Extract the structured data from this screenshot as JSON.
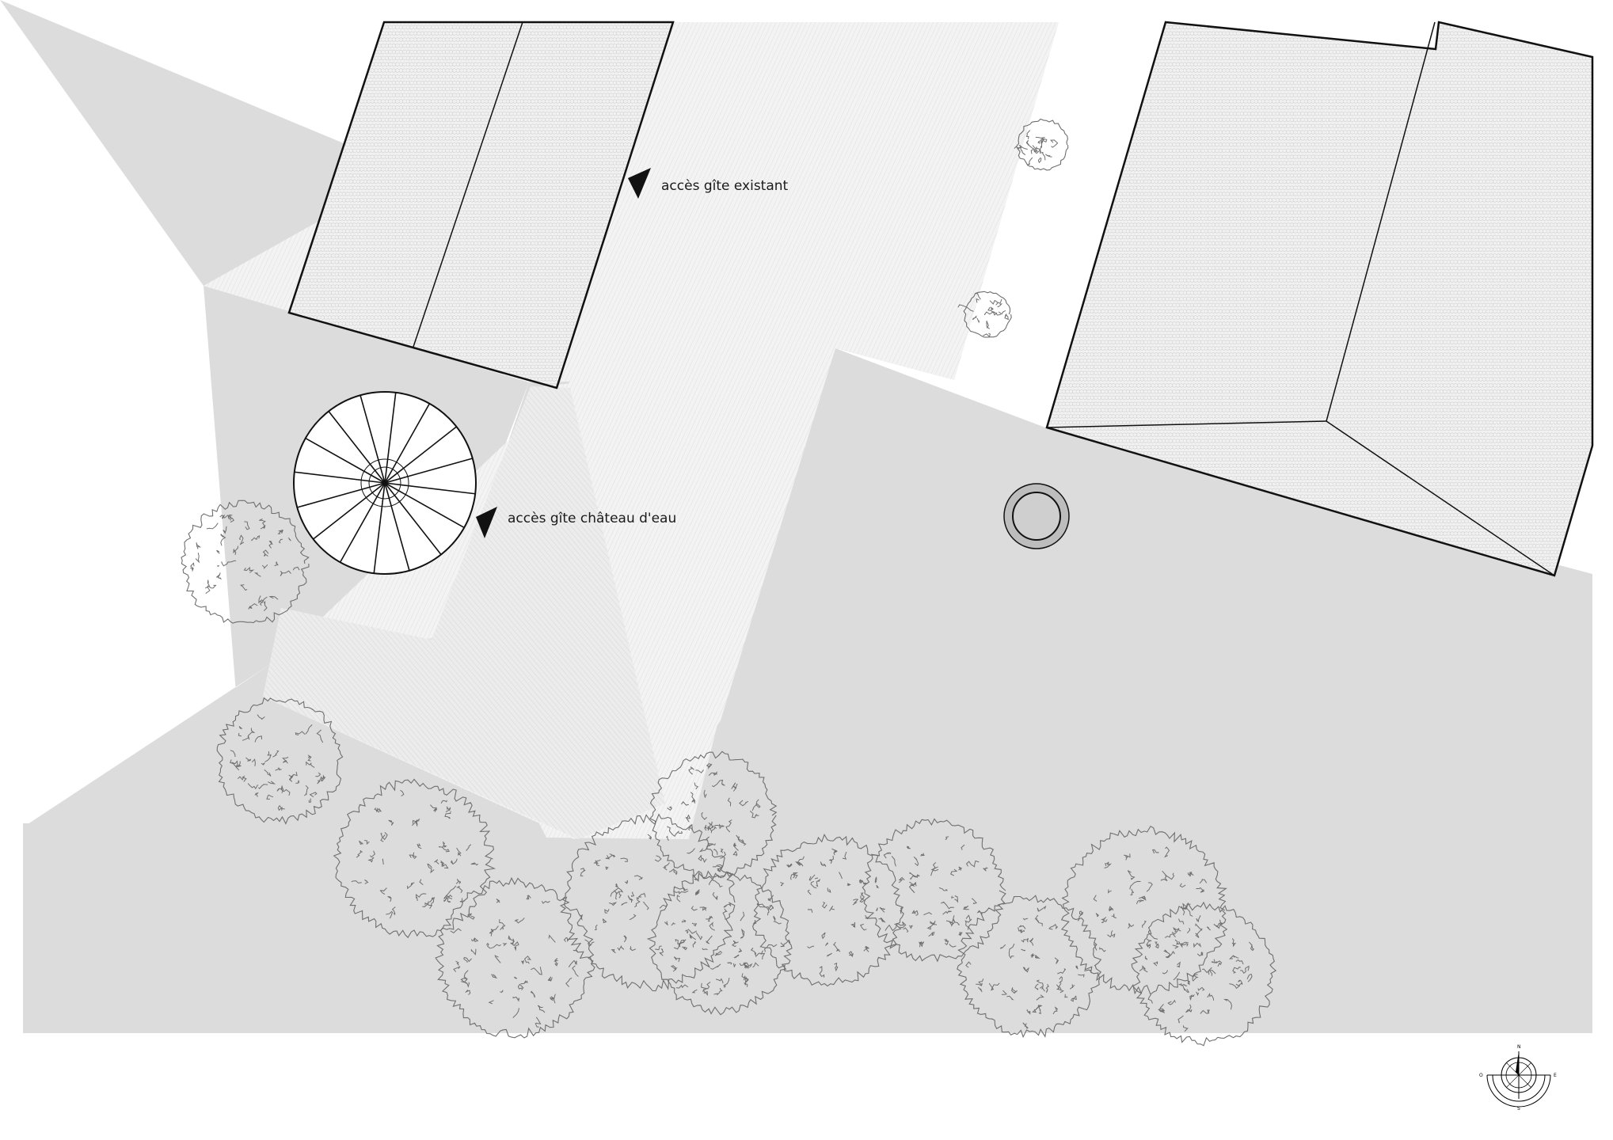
{
  "plan": {
    "labels": {
      "existing_gite": "accès gîte existant",
      "water_tower_gite": "accès gîte château d'eau"
    },
    "compass": {
      "north": "N",
      "east": "E",
      "south": "S",
      "west": "O"
    },
    "colors": {
      "ground": "#dcdcdc",
      "path": "#f2f2f2",
      "roof": "#f0f0f0",
      "roof_texture": "#cfcfcf",
      "outline": "#111111",
      "tree": "#6f6f6f",
      "well": "#bdbdbd"
    },
    "icons": [
      "arrow-marker-icon",
      "compass-rose-icon",
      "tree-icon",
      "well-icon",
      "spiral-stair-icon"
    ]
  }
}
